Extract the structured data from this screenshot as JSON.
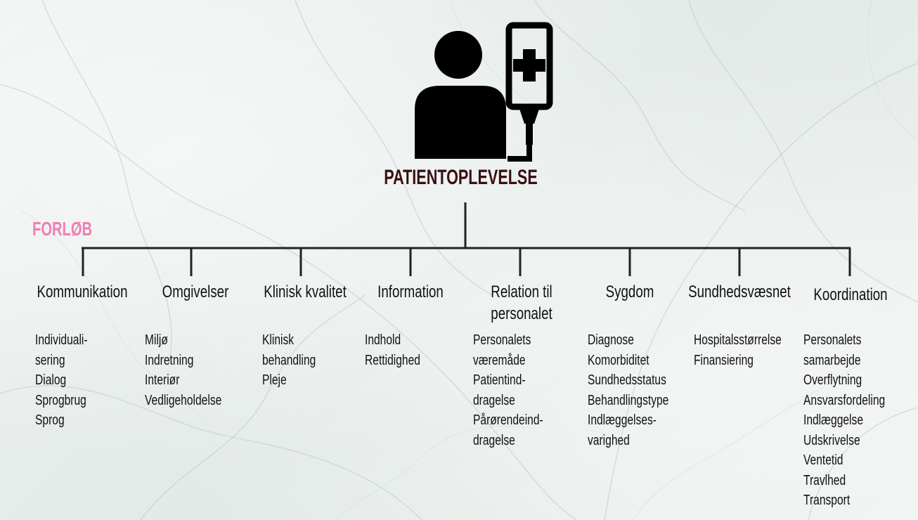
{
  "title": "PATIENTOPLEVELSE",
  "side_label": "FORLØB",
  "icon": "patient-iv-drip-icon",
  "colors": {
    "title": "#3a0f14",
    "side_label": "#f07fb6",
    "lines": "#222222"
  },
  "categories": [
    {
      "title": "Kommunikation",
      "items": [
        "Individuali-",
        "sering",
        "Dialog",
        "Sprogbrug",
        "Sprog"
      ]
    },
    {
      "title": "Omgivelser",
      "items": [
        "Miljø",
        "Indretning",
        "Interiør",
        "Vedligeholdelse"
      ]
    },
    {
      "title": "Klinisk kvalitet",
      "items": [
        "Klinisk",
        "behandling",
        "Pleje"
      ]
    },
    {
      "title": "Information",
      "items": [
        "Indhold",
        "Rettidighed"
      ]
    },
    {
      "title": "Relation til personalet",
      "items": [
        "Personalets",
        "væremåde",
        "Patientind-",
        "dragelse",
        "Pårørendeind-",
        "dragelse"
      ]
    },
    {
      "title": "Sygdom",
      "items": [
        "Diagnose",
        "Komorbiditet",
        "Sundhedsstatus",
        "Behandlingstype",
        "Indlæggelses-",
        "varighed"
      ]
    },
    {
      "title": "Sundhedsvæsnet",
      "items": [
        "Hospitalsstørrelse",
        "Finansiering"
      ]
    },
    {
      "title": "Koordination",
      "items": [
        "Personalets",
        "samarbejde",
        "Overflytning",
        "Ansvarsfordeling",
        "Indlæggelse",
        "Udskrivelse",
        "Ventetid",
        "Travlhed",
        "Transport"
      ]
    }
  ]
}
